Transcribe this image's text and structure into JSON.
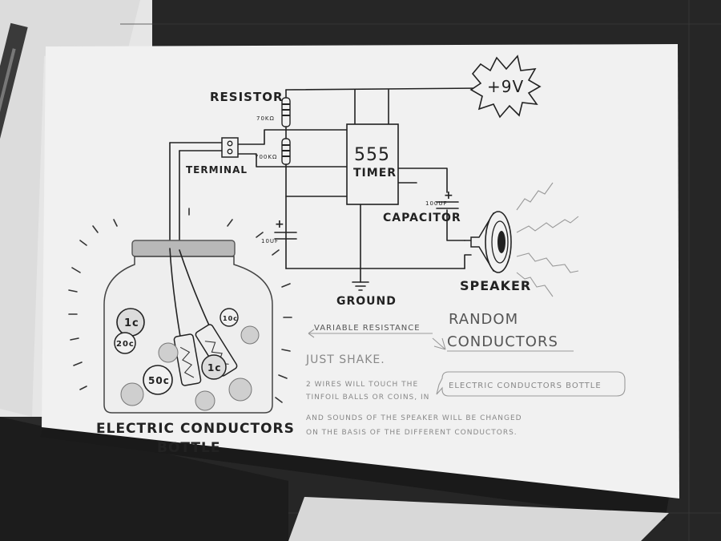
{
  "labels": {
    "resistor": "RESISTOR",
    "r1_value": "70KΩ",
    "r2_value": "700KΩ",
    "terminal": "TERMINAL",
    "timer_line1": "555",
    "timer_line2": "TIMER",
    "power": "+9V",
    "cap1_value": "100UF",
    "cap1_plus": "+",
    "capacitor": "CAPACITOR",
    "cap2_value": "10UF",
    "cap2_plus": "+",
    "speaker": "SPEAKER",
    "ground": "GROUND",
    "random_line1": "RANDOM",
    "random_line2": "CONDUCTORS",
    "variable_resistance": "VARIABLE RESISTANCE",
    "just_shake": "JUST SHAKE.",
    "note_line1": "2 WIRES WILL TOUCH THE",
    "note_bubble": "ELECTRIC CONDUCTORS BOTTLE",
    "note_line2": "TINFOIL BALLS OR COINS, IN",
    "note_line3": "AND SOUNDS OF THE SPEAKER WILL BE CHANGED",
    "note_line4": "ON THE BASIS OF THE DIFFERENT CONDUCTORS.",
    "bottle_line1": "ELECTRIC CONDUCTORS",
    "bottle_line2": "BOTTLE"
  },
  "coins": {
    "c1": "1c",
    "c20": "20c",
    "c50": "50c",
    "c10": "10c",
    "c1b": "1c"
  }
}
